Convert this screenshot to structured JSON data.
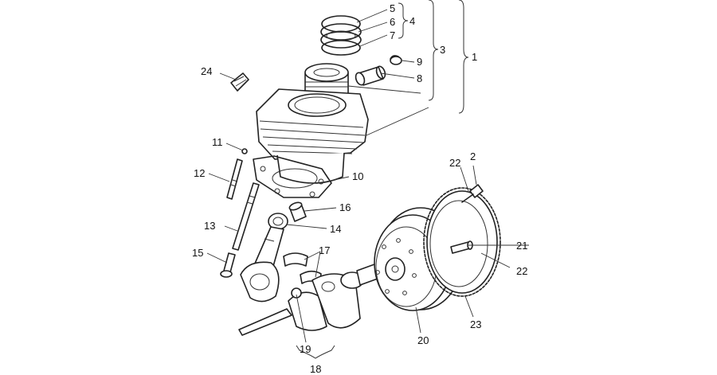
{
  "callouts": {
    "c1": "1",
    "c2": "2",
    "c3": "3",
    "c4": "4",
    "c5": "5",
    "c6": "6",
    "c7": "7",
    "c8": "8",
    "c9": "9",
    "c10": "10",
    "c11": "11",
    "c12": "12",
    "c13": "13",
    "c14": "14",
    "c15": "15",
    "c16": "16",
    "c17": "17",
    "c18": "18",
    "c19": "19",
    "c20": "20",
    "c21": "21",
    "c22a": "22",
    "c22b": "22",
    "c23": "23",
    "c24": "24"
  },
  "colors": {
    "line": "#222222",
    "background": "#ffffff"
  }
}
